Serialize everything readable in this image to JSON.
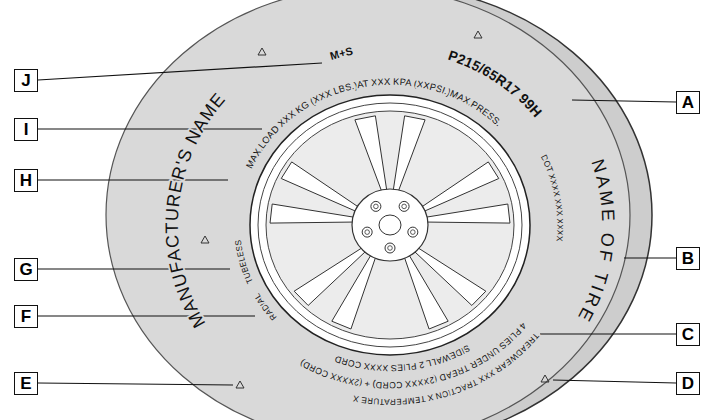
{
  "diagram": {
    "nodes": [
      {
        "text": [
          "J"
        ]
      },
      {
        "text": [
          "A"
        ]
      },
      {
        "text": [
          "I"
        ]
      },
      {
        "text": [
          "H"
        ]
      },
      {
        "text": [
          "B"
        ]
      },
      {
        "text": [
          "G"
        ]
      },
      {
        "text": [
          "F"
        ]
      },
      {
        "text": [
          "C"
        ]
      },
      {
        "text": [
          "E"
        ]
      },
      {
        "text": [
          "D"
        ]
      }
    ],
    "labels": [
      "M+S",
      "P215/65R17 99H",
      "MAX.LOAD XXX KG (XXX LBS.)AT XXX KPA (XXPSI.)MAX.PRESS.",
      "NAME OF TIRE",
      "DOT XXXX XXX XXXX",
      "MANUFACTURER'S NAME",
      "TUBELESS",
      "RADIAL",
      "4 PLIES UNDER TREAD (2XXXX CORD) + (2XXXX CORD)",
      "SIDEWALL 2 PLIES XXXX CORD",
      "TREADWEAR XXX TRACTION X TEMPERATURE X"
    ]
  }
}
